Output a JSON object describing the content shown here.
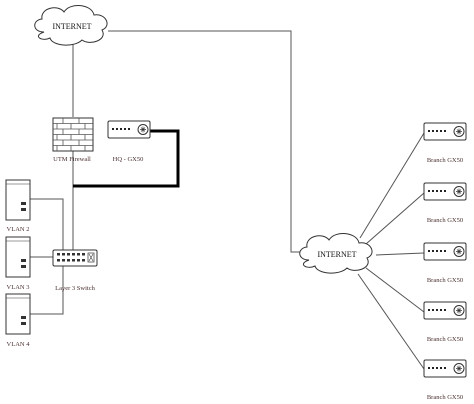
{
  "diagram": {
    "clouds": {
      "top": "INTERNET",
      "middle": "INTERNET"
    },
    "nodes": {
      "firewall": "UTM Firewall",
      "hq": "HQ - GX50",
      "switch": "Layer 3 Switch",
      "vlans": [
        "VLAN 2",
        "VLAN 3",
        "VLAN 4"
      ],
      "branches": [
        "Branch GX50",
        "Branch GX50",
        "Branch GX50",
        "Branch GX50",
        "Branch GX50"
      ]
    },
    "colors": {
      "line": "#555555",
      "thick_link": "#000000",
      "label": "#4a2f2f",
      "device_fill": "#ffffff",
      "device_stroke": "#333333"
    },
    "icons": {
      "cloud": "cloud-icon",
      "firewall": "brick-wall-icon",
      "appliance": "router-appliance-icon",
      "switch": "network-switch-icon",
      "server": "server-tower-icon"
    }
  }
}
